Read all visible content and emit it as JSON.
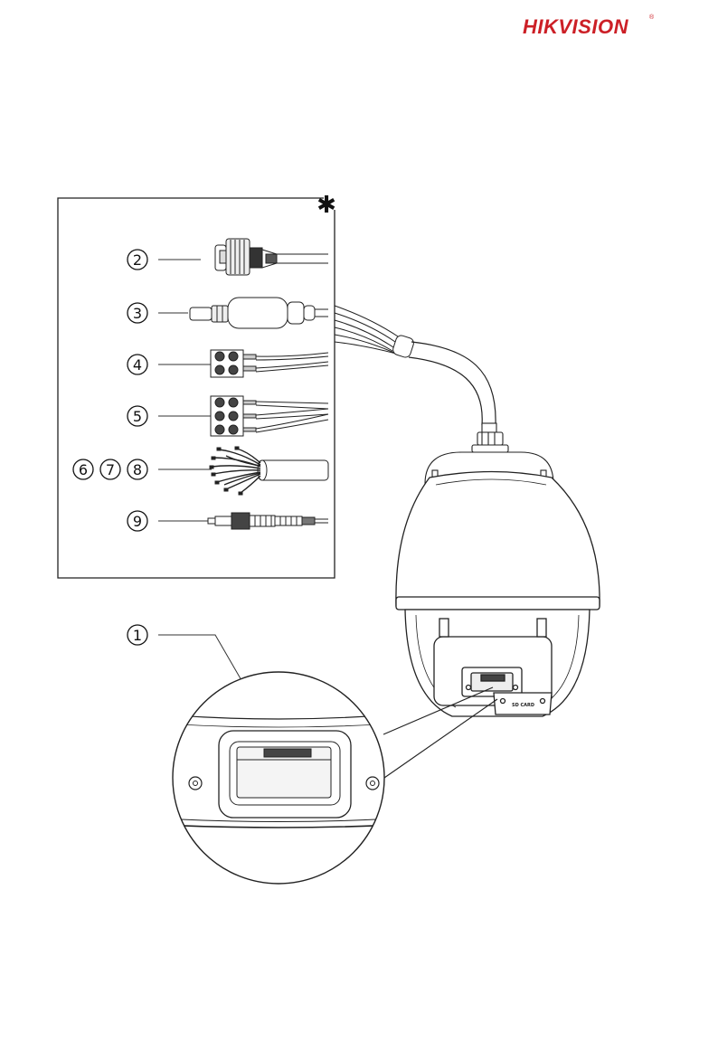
{
  "brand": {
    "name": "HIKVISION",
    "mark": "®",
    "color": "#cc1f26"
  },
  "diagram": {
    "asterisk": "✱",
    "callouts": [
      {
        "id": "2",
        "label": "2"
      },
      {
        "id": "3",
        "label": "3"
      },
      {
        "id": "4",
        "label": "4"
      },
      {
        "id": "5",
        "label": "5"
      },
      {
        "id": "6",
        "label": "6"
      },
      {
        "id": "7",
        "label": "7"
      },
      {
        "id": "8",
        "label": "8"
      },
      {
        "id": "9",
        "label": "9"
      },
      {
        "id": "1",
        "label": "1"
      }
    ],
    "sd_card_label": "SD CARD"
  }
}
